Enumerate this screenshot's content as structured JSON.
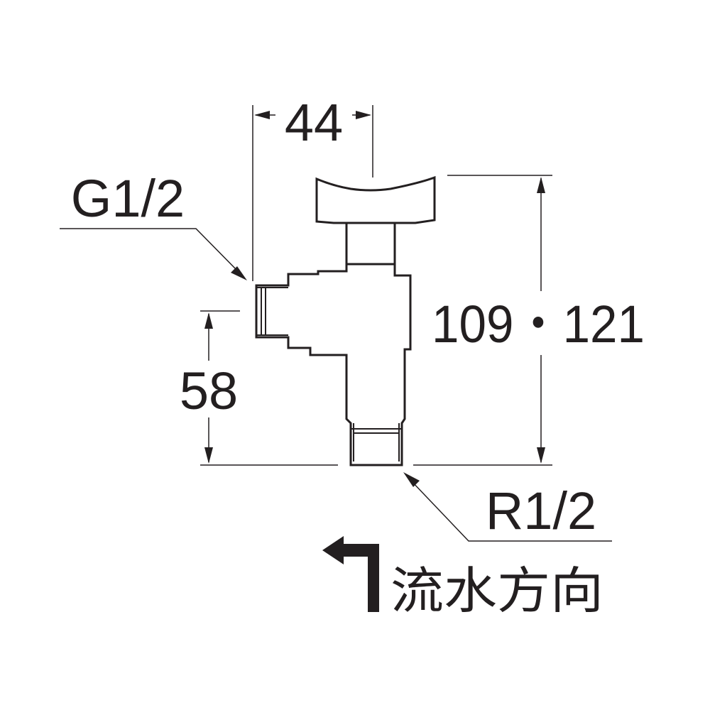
{
  "diagram": {
    "dimensions": {
      "width_top": "44",
      "height_total": "109・121",
      "height_lower": "58"
    },
    "connections": {
      "inlet": "G1/2",
      "outlet": "R1/2"
    },
    "flow_label": "流水方向",
    "colors": {
      "line": "#231f20",
      "background": "#ffffff"
    },
    "icons": {
      "flow_direction": "flow-direction-arrow-icon"
    }
  }
}
